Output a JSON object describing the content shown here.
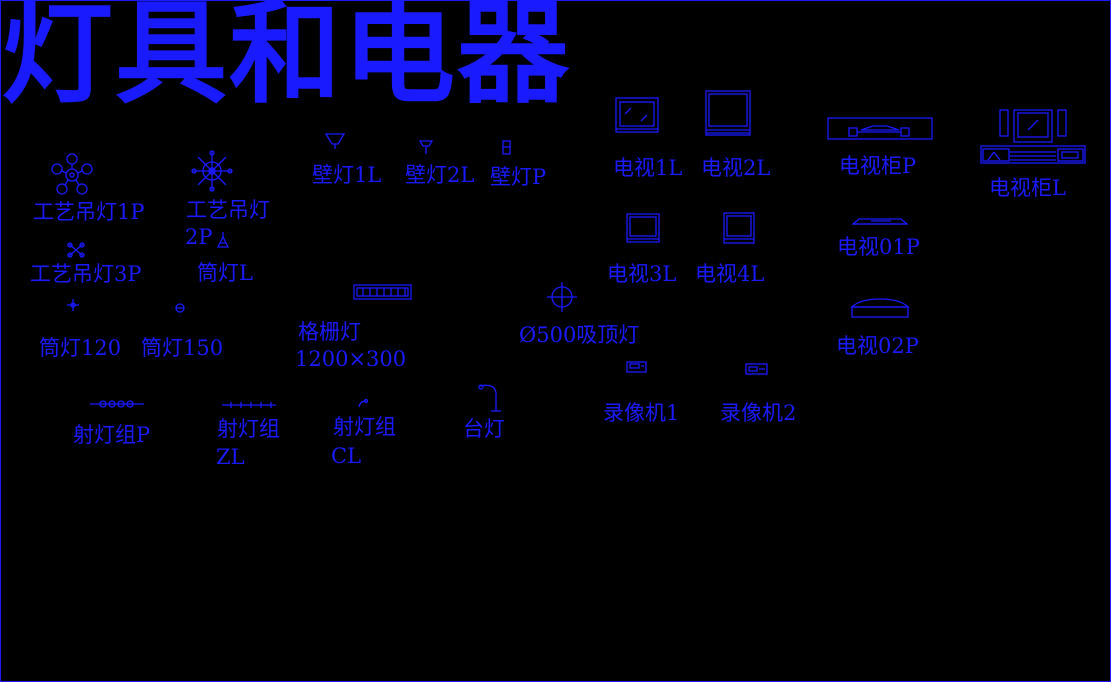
{
  "title": "灯具和电器",
  "colors": {
    "background": "#000000",
    "stroke": "#1a1aff"
  },
  "items": {
    "chandelier_1p": "工艺吊灯1P",
    "chandelier_2p_a": "工艺吊灯",
    "chandelier_2p_b": "2P",
    "chandelier_3p": "工艺吊灯3P",
    "downlight_l": "筒灯L",
    "downlight_120": "筒灯120",
    "downlight_150": "筒灯150",
    "wall_lamp_1l": "壁灯1L",
    "wall_lamp_2l": "壁灯2L",
    "wall_lamp_p": "壁灯P",
    "grille_light_a": "格栅灯",
    "grille_light_b": "1200×300",
    "ceiling_light": "Ø500吸顶灯",
    "spotlight_p": "射灯组P",
    "spotlight_zl_a": "射灯组",
    "spotlight_zl_b": "ZL",
    "spotlight_cl_a": "射灯组",
    "spotlight_cl_b": "CL",
    "desk_lamp": "台灯",
    "tv_1l": "电视1L",
    "tv_2l": "电视2L",
    "tv_3l": "电视3L",
    "tv_4l": "电视4L",
    "tv_cabinet_p": "电视柜P",
    "tv_cabinet_l": "电视柜L",
    "tv_01p": "电视01P",
    "tv_02p": "电视02P",
    "vcr_1": "录像机1",
    "vcr_2": "录像机2"
  },
  "icons": [
    "chandelier-1p-icon",
    "chandelier-2p-icon",
    "chandelier-3p-icon",
    "downlight-l-icon",
    "downlight-120-icon",
    "downlight-150-icon",
    "wall-lamp-1l-icon",
    "wall-lamp-2l-icon",
    "wall-lamp-p-icon",
    "grille-light-icon",
    "ceiling-light-icon",
    "spotlight-p-icon",
    "spotlight-zl-icon",
    "spotlight-cl-icon",
    "desk-lamp-icon",
    "tv-1l-icon",
    "tv-2l-icon",
    "tv-3l-icon",
    "tv-4l-icon",
    "tv-cabinet-p-icon",
    "tv-cabinet-l-icon",
    "tv-01p-icon",
    "tv-02p-icon",
    "vcr-1-icon",
    "vcr-2-icon"
  ]
}
